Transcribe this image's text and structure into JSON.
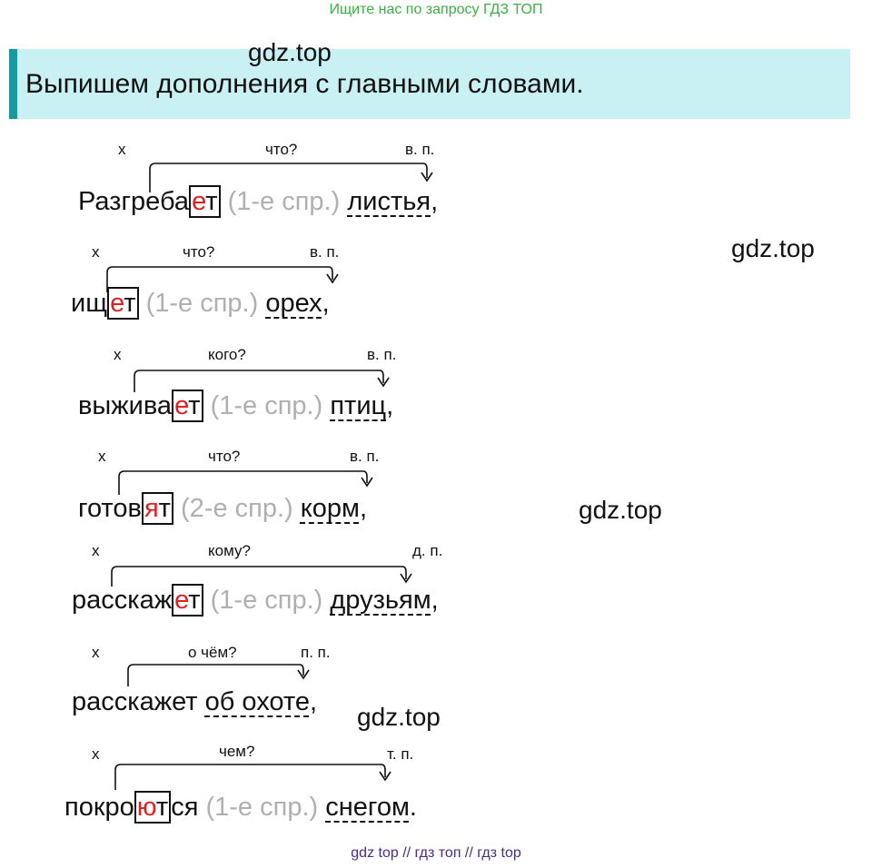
{
  "top_note": "Ищите нас по запросу ГДЗ ТОП",
  "watermarks": [
    "gdz.top",
    "gdz.top",
    "gdz.top",
    "gdz.top"
  ],
  "title": "Выпишем дополнения с главными словами.",
  "rows": [
    {
      "x": "х",
      "q": "что?",
      "case": "в. п.",
      "pre": "Разгреба",
      "hl": "е",
      "post": "т",
      "conj": "(1-е спр.)",
      "obj": "листья",
      "punct": ","
    },
    {
      "x": "х",
      "q": "что?",
      "case": "в. п.",
      "pre": "ищ",
      "hl": "е",
      "post": "т",
      "conj": "(1-е спр.)",
      "obj": "орех",
      "punct": ","
    },
    {
      "x": "х",
      "q": "кого?",
      "case": "в. п.",
      "pre": "выжива",
      "hl": "е",
      "post": "т",
      "conj": "(1-е спр.)",
      "obj": "птиц",
      "punct": ","
    },
    {
      "x": "х",
      "q": "что?",
      "case": "в. п.",
      "pre": "готов",
      "hl": "я",
      "post": "т",
      "conj": "(2-е спр.)",
      "obj": "корм",
      "punct": ","
    },
    {
      "x": "х",
      "q": "кому?",
      "case": "д. п.",
      "pre": "расскаж",
      "hl": "е",
      "post": "т",
      "conj": "(1-е спр.)",
      "obj": "друзьям",
      "punct": ","
    },
    {
      "x": "х",
      "q": "о чём?",
      "case": "п. п.",
      "verb": "расскажет",
      "obj": "об охоте",
      "punct": ","
    },
    {
      "x": "х",
      "q": "чем?",
      "case": "т. п.",
      "pre": "покро",
      "hl": "ю",
      "post": "т",
      "tail": "ся",
      "conj": "(1-е спр.)",
      "obj": "снегом",
      "punct": "."
    }
  ],
  "footer": "gdz top  //  гдз топ  //  гдз top"
}
